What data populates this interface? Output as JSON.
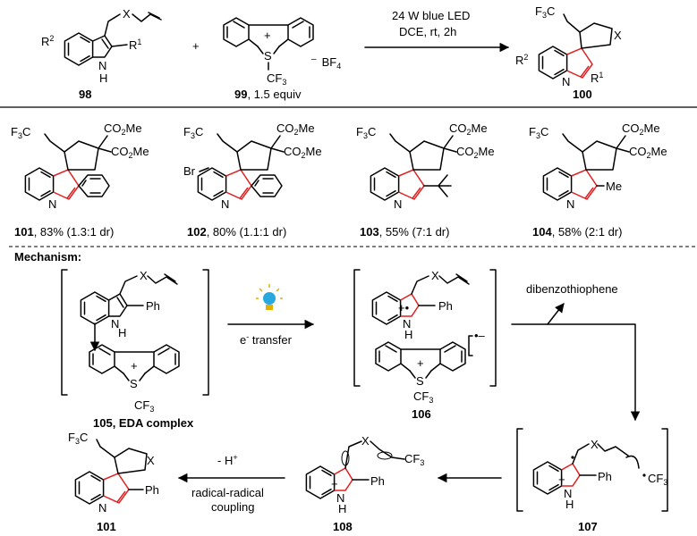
{
  "scheme": {
    "conditions_line1": "24 W blue LED",
    "conditions_line2": "DCE, rt, 2h",
    "compound_98": "98",
    "compound_99": "99",
    "compound_99_equiv": ", 1.5 equiv",
    "compound_100": "100",
    "plus": "+",
    "bf4_minus": "–",
    "bf4": "BF",
    "bf4_sub": "4",
    "R1": "R",
    "R1_sup": "1",
    "R2": "R",
    "R2_sup": "2",
    "X": "X",
    "NH": "N",
    "NH_H": "H",
    "S_plus": "+",
    "S": "S",
    "CF3": "CF",
    "CF3_sub": "3",
    "F3C": "F",
    "F3C_sub": "3",
    "F3C_C": "C",
    "N": "N"
  },
  "products": [
    {
      "id": "101",
      "yield": ", 83% (1.3:1 dr)",
      "substituent": "Ph",
      "bromo": false
    },
    {
      "id": "102",
      "yield": ", 80% (1.1:1 dr)",
      "substituent": "Ph",
      "bromo": true
    },
    {
      "id": "103",
      "yield": ", 55% (7:1 dr)",
      "substituent": "tBu",
      "bromo": false
    },
    {
      "id": "104",
      "yield": ", 58% (2:1 dr)",
      "substituent": "Me",
      "bromo": false
    }
  ],
  "ester": {
    "co2me": "CO",
    "sub2": "2",
    "me": "Me",
    "br": "Br",
    "me_label": "Me"
  },
  "mechanism": {
    "title": "Mechanism:",
    "eda_label": "105, EDA complex",
    "e_transfer": "e",
    "e_transfer_sup": "-",
    "e_transfer_rest": " transfer",
    "byproduct": "dibenzothiophene",
    "c106": "106",
    "c107": "107",
    "c108": "108",
    "c101": "101",
    "deprot": "- H",
    "deprot_sup": "+",
    "coupling_l1": "radical-radical",
    "coupling_l2": "coupling",
    "Ph": "Ph",
    "radical_cation": "+•",
    "anion_radical": "•–",
    "cf3_radical": "CF",
    "cf3_radical_sub": "3",
    "plus": "+",
    "N_H": "N",
    "H": "H"
  },
  "colors": {
    "bond": "#000000",
    "highlight": "#e02020",
    "cf3": "#2020d0",
    "bulb": "#29a8e0"
  }
}
